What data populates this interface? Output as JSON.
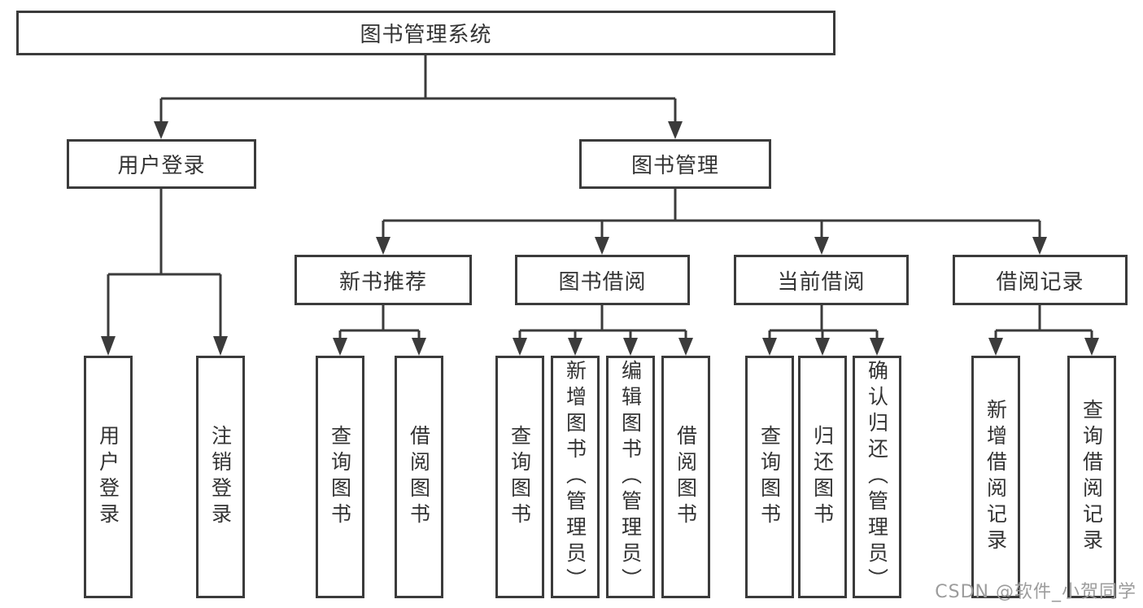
{
  "colors": {
    "line": "#3b3b3b",
    "text": "#333333",
    "watermark": "#9c9c9c",
    "background": "#ffffff"
  },
  "nodes": {
    "root": {
      "label": "图书管理系统"
    },
    "level2": [
      {
        "label": "用户登录",
        "parent": "图书管理系统"
      },
      {
        "label": "图书管理",
        "parent": "图书管理系统"
      }
    ],
    "level3": [
      {
        "label": "新书推荐",
        "parent": "图书管理"
      },
      {
        "label": "图书借阅",
        "parent": "图书管理"
      },
      {
        "label": "当前借阅",
        "parent": "图书管理"
      },
      {
        "label": "借阅记录",
        "parent": "图书管理"
      }
    ],
    "leaves": [
      {
        "label": "用户登录",
        "parent": "用户登录"
      },
      {
        "label": "注销登录",
        "parent": "用户登录"
      },
      {
        "label": "查询图书",
        "parent": "新书推荐"
      },
      {
        "label": "借阅图书",
        "parent": "新书推荐"
      },
      {
        "label": "查询图书",
        "parent": "图书借阅"
      },
      {
        "label": "新增图书（管理员）",
        "parent": "图书借阅"
      },
      {
        "label": "编辑图书（管理员）",
        "parent": "图书借阅"
      },
      {
        "label": "借阅图书",
        "parent": "图书借阅"
      },
      {
        "label": "查询图书",
        "parent": "当前借阅"
      },
      {
        "label": "归还图书",
        "parent": "当前借阅"
      },
      {
        "label": "确认归还（管理员）",
        "parent": "当前借阅"
      },
      {
        "label": "新增借阅记录",
        "parent": "借阅记录"
      },
      {
        "label": "查询借阅记录",
        "parent": "借阅记录"
      }
    ]
  },
  "watermark": {
    "text": "CSDN @软件_小贺同学"
  }
}
